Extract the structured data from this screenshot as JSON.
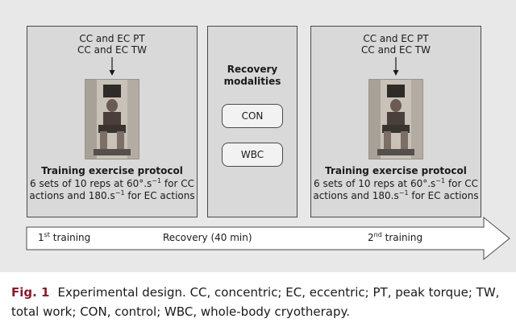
{
  "left_box": {
    "measure_line1": "CC and EC PT",
    "measure_line2": "CC and EC TW",
    "protocol_title": "Training exercise protocol",
    "protocol_line1_pre": "6 sets of 10 reps at 60°.s",
    "protocol_line1_sup": "−1",
    "protocol_line1_post": " for CC",
    "protocol_line2_pre": "actions and 180.s",
    "protocol_line2_sup": "−1",
    "protocol_line2_post": " for EC actions"
  },
  "middle_box": {
    "title_line1": "Recovery",
    "title_line2": "modalities",
    "option_con": "CON",
    "option_wbc": "WBC"
  },
  "right_box": {
    "measure_line1": "CC and EC PT",
    "measure_line2": "CC and EC TW",
    "protocol_title": "Training exercise protocol",
    "protocol_line1_pre": "6 sets of 10 reps at 60°.s",
    "protocol_line1_sup": "−1",
    "protocol_line1_post": " for CC",
    "protocol_line2_pre": "actions and 180.s",
    "protocol_line2_sup": "−1",
    "protocol_line2_post": " for EC actions"
  },
  "timeline": {
    "first_num": "1",
    "first_sup": "st",
    "first_text": " training",
    "recovery": "Recovery (40 min)",
    "second_num": "2",
    "second_sup": "nd",
    "second_text": " training"
  },
  "caption": {
    "fig_number": "Fig. 1",
    "text": "Experimental design. CC, concentric; EC, eccentric; PT, peak torque; TW, total work; CON, control; WBC, whole-body cryotherapy."
  },
  "colors": {
    "panel_bg": "#e8e8e8",
    "box_bg": "#d9d9d9",
    "fig_number": "#8a1b2e"
  }
}
